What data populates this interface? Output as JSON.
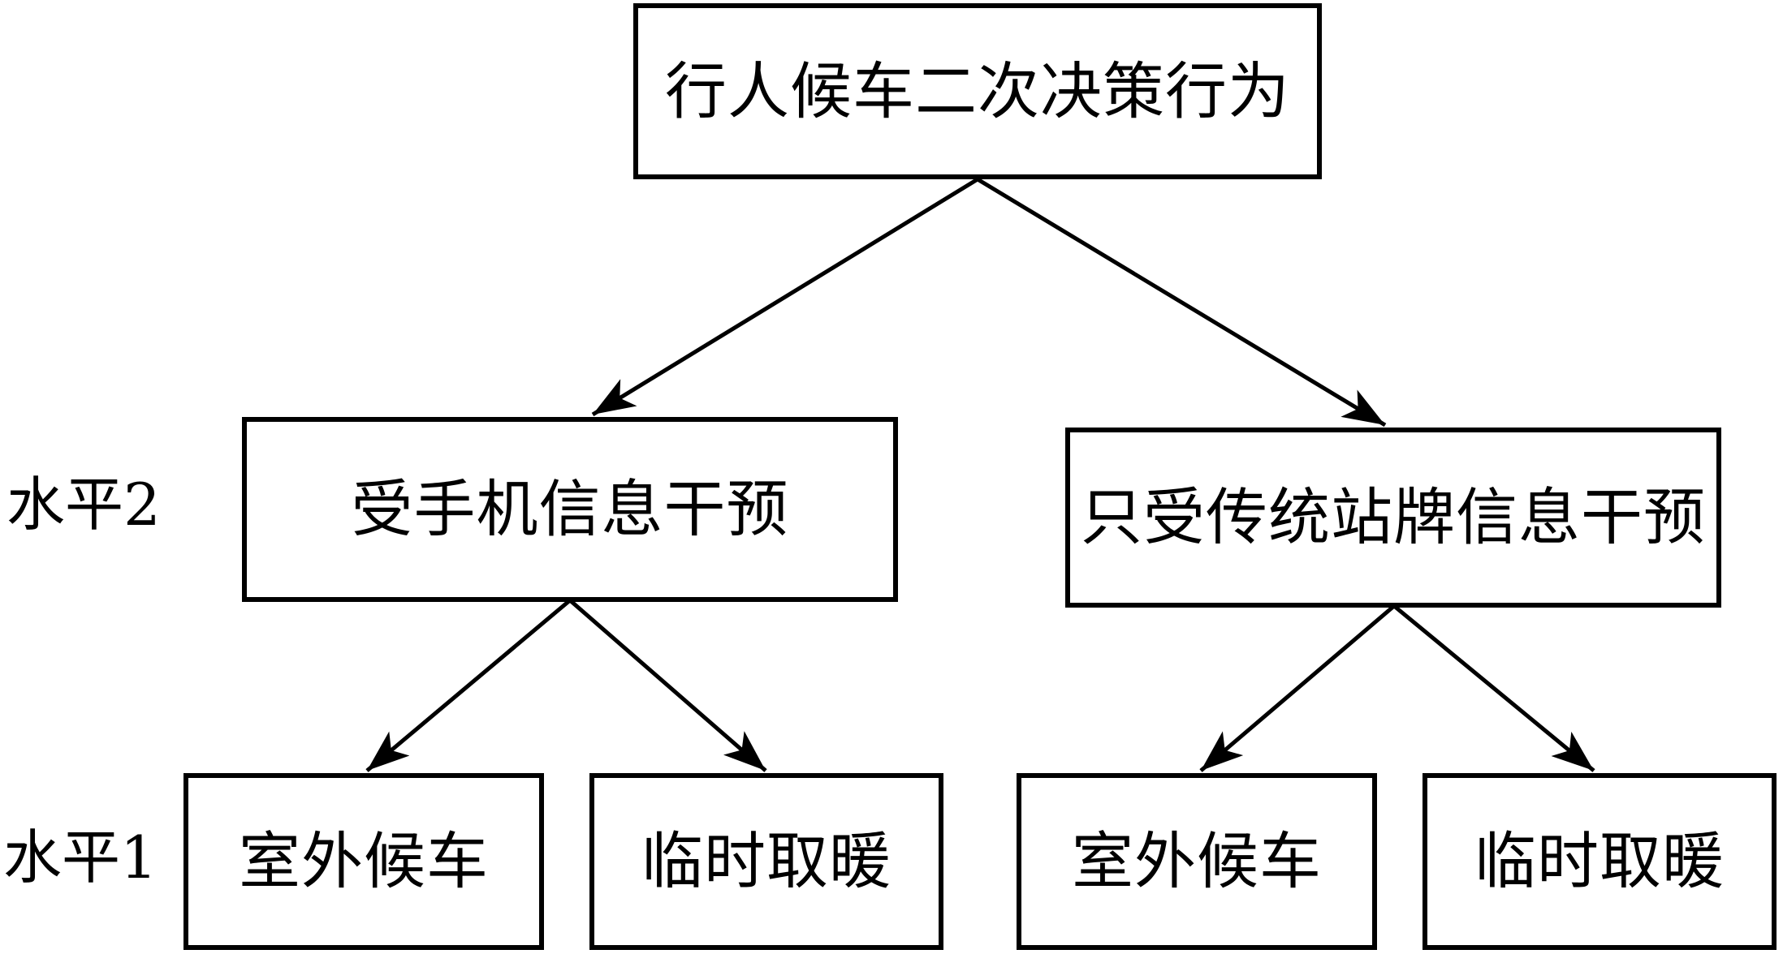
{
  "diagram": {
    "title_note": "decision tree",
    "colors": {
      "ink": "#000000",
      "background": "#ffffff"
    },
    "root": {
      "label": "行人候车二次决策行为"
    },
    "level2": {
      "axis_label": "水平2",
      "nodes": [
        {
          "label": "受手机信息干预"
        },
        {
          "label": "只受传统站牌信息干预"
        }
      ]
    },
    "level1": {
      "axis_label": "水平1",
      "nodes": [
        {
          "label": "室外候车"
        },
        {
          "label": "临时取暖"
        },
        {
          "label": "室外候车"
        },
        {
          "label": "临时取暖"
        }
      ]
    }
  }
}
